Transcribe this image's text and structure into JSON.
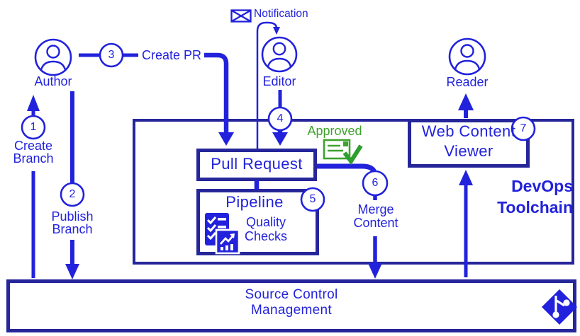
{
  "title": "DevOps Toolchain",
  "colors": {
    "flow_blue": "#2222DC",
    "box_border_navy": "#26269A",
    "approved_green": "#3EA32C",
    "check_green": "#2E9F2E",
    "background": "#FFFFFF"
  },
  "actors": {
    "author": "Author",
    "editor": "Editor",
    "reader": "Reader"
  },
  "annotations": {
    "notification": "Notification",
    "approved": "Approved"
  },
  "steps": [
    {
      "num": "1",
      "label": "Create Branch"
    },
    {
      "num": "2",
      "label": "Publish Branch"
    },
    {
      "num": "3",
      "label": "Create PR"
    },
    {
      "num": "4",
      "label": ""
    },
    {
      "num": "5",
      "label": "Quality Checks"
    },
    {
      "num": "6",
      "label": "Merge Content"
    },
    {
      "num": "7",
      "label": ""
    }
  ],
  "boxes": {
    "pull_request": "Pull Request",
    "pipeline": "Pipeline",
    "web_content_viewer": "Web Content Viewer",
    "source_control_management": "Source Control Management",
    "toolchain": "DevOps Toolchain"
  },
  "icons": {
    "notification": "envelope-icon",
    "approved": "approved-document-check-icon",
    "pipeline": [
      "checklist-icon",
      "chart-icon"
    ],
    "source_control": "git-icon",
    "actors": "person-icon"
  }
}
